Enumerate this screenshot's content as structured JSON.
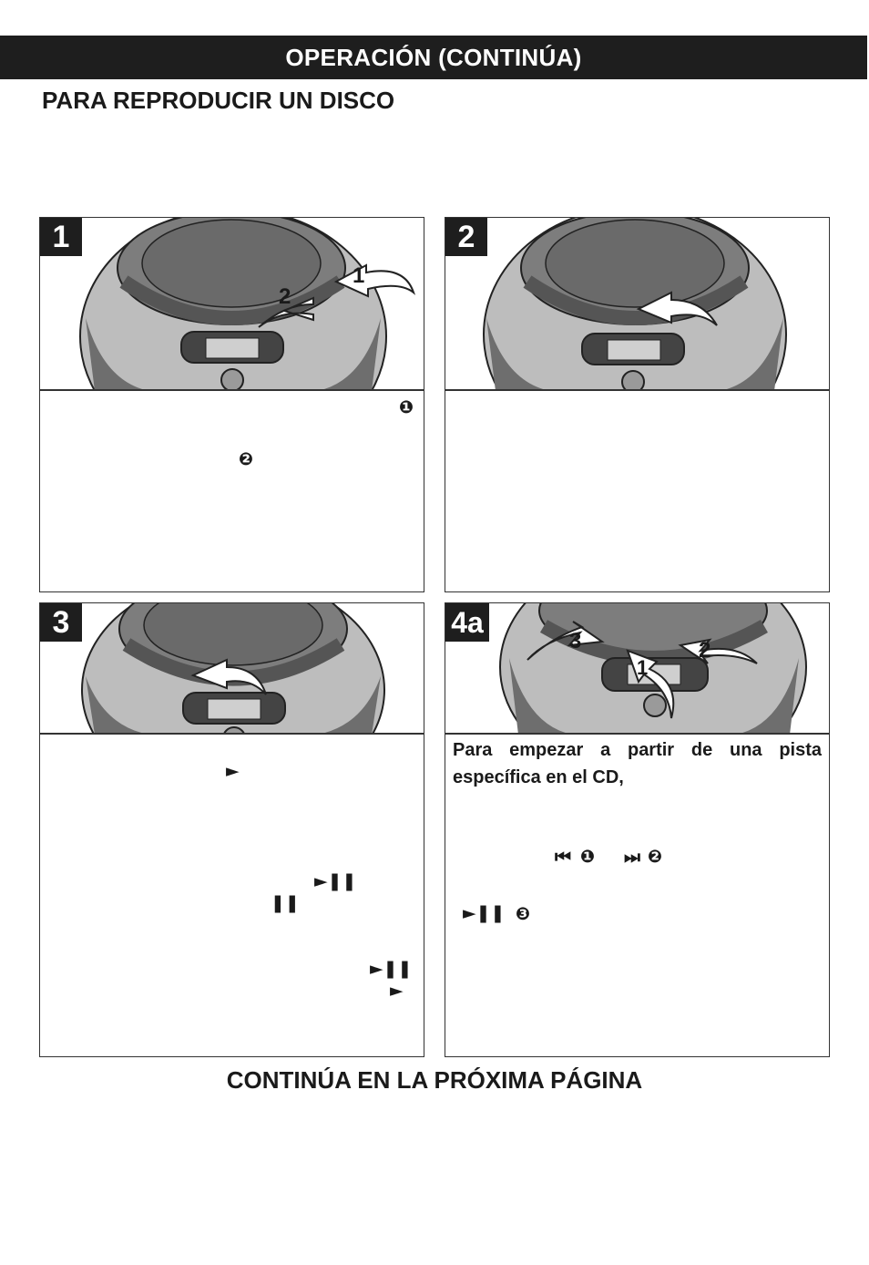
{
  "header": {
    "title": "OPERACIÓN (CONTINÚA)"
  },
  "section": {
    "title": "PARA REPRODUCIR UN DISCO"
  },
  "footer": {
    "text": "CONTINÚA EN LA PRÓXIMA PÁGINA"
  },
  "panels": [
    {
      "step": "1",
      "arrow_labels": [
        "1",
        "2"
      ],
      "glyphs": [
        "❶",
        "❷"
      ]
    },
    {
      "step": "2"
    },
    {
      "step": "3",
      "glyphs": [
        "►",
        "►❚❚",
        "❚❚",
        "►❚❚",
        "►"
      ]
    },
    {
      "step": "4a",
      "arrow_labels": [
        "3",
        "2",
        "1"
      ],
      "text": "Para empezar a partir de una pista específica en el CD,",
      "glyphs": [
        "⏮",
        "❶",
        "⏭",
        "❷",
        "►❚❚",
        "❸"
      ]
    }
  ],
  "icons": [
    "play-icon",
    "play-pause-icon",
    "pause-icon",
    "skip-back-icon",
    "skip-forward-icon",
    "step-number-icon"
  ]
}
